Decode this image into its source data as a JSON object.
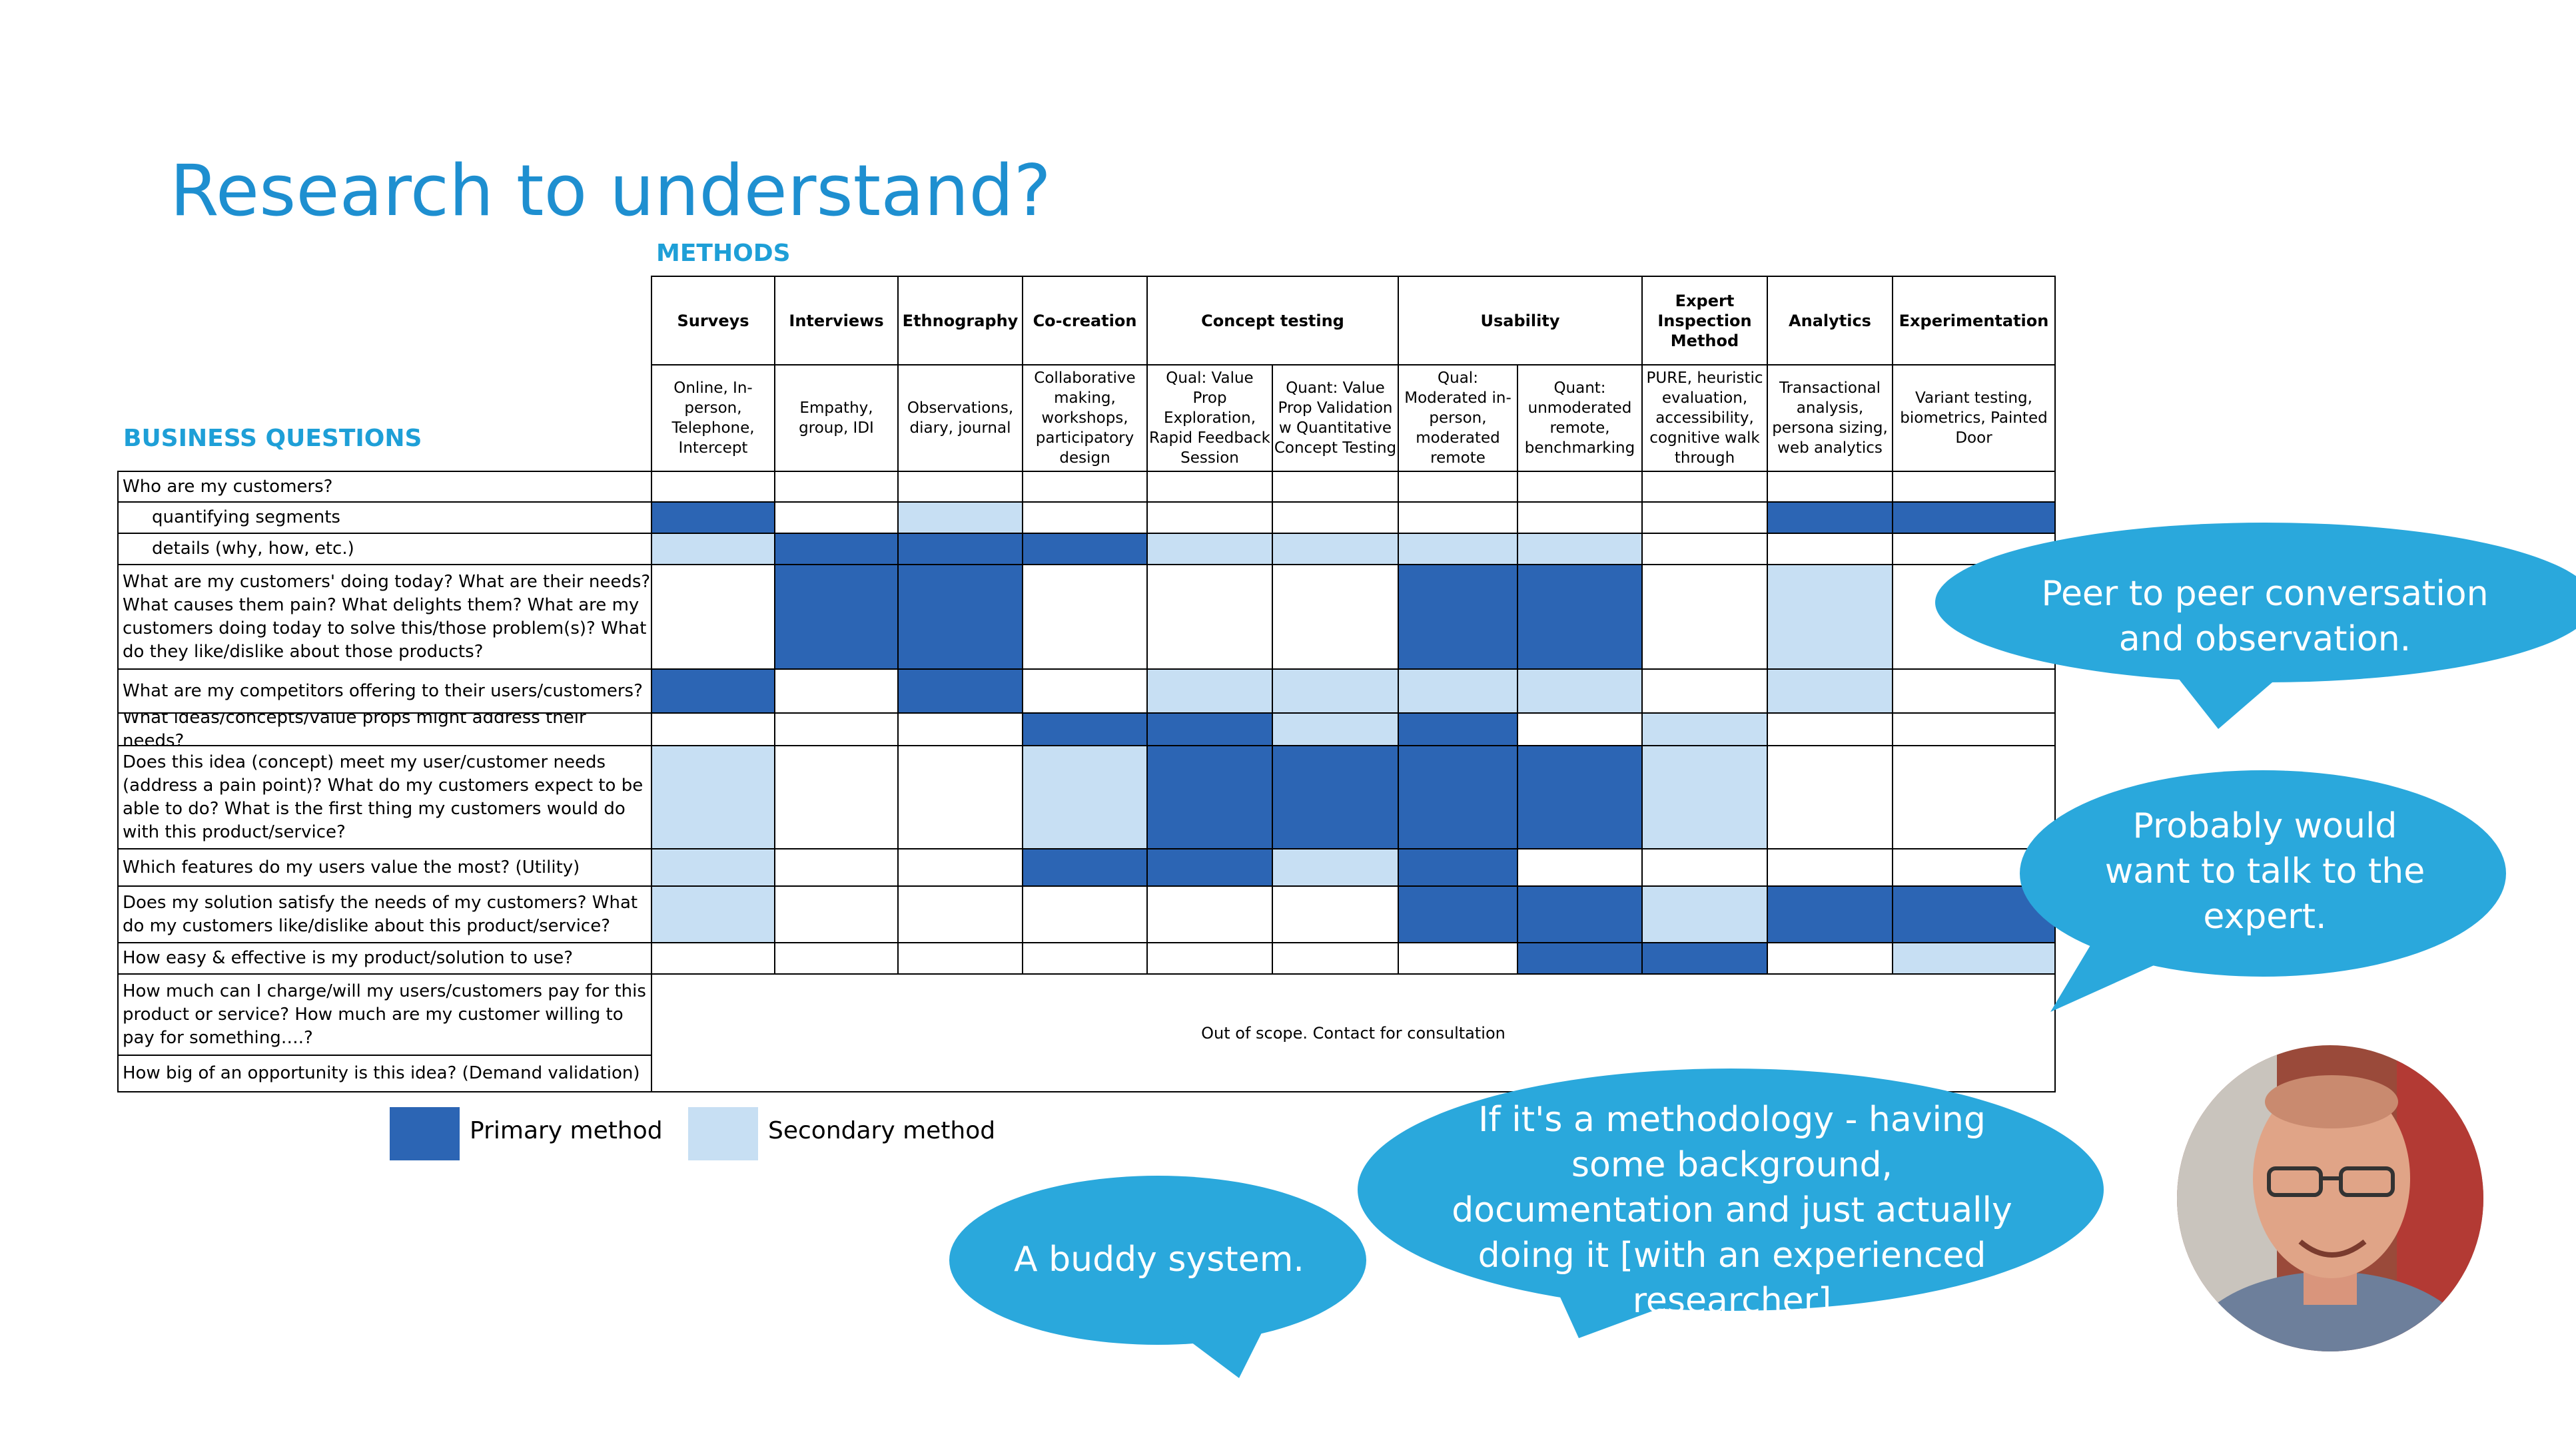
{
  "title": "Research to understand?",
  "methods_label": "METHODS",
  "business_questions_label": "BUSINESS QUESTIONS",
  "colors": {
    "primary": "#2C65B4",
    "secondary": "#C7DFF3",
    "accent": "#1E9FD7",
    "bubble": "#2AA8DC"
  },
  "method_groups": [
    "Surveys",
    "Interviews",
    "Ethnography",
    "Co-creation",
    "Concept testing",
    "Usability",
    "Expert Inspection Method",
    "Analytics",
    "Experimentation"
  ],
  "method_details": [
    "Online, In-person, Telephone, Intercept",
    "Empathy, group, IDI",
    "Observations, diary, journal",
    "Collaborative making, workshops, participatory design",
    "Qual: Value Prop Exploration, Rapid Feedback Session",
    "Quant: Value Prop Validation w Quantitative Concept Testing",
    "Qual: Moderated in-person, moderated remote",
    "Quant: unmoderated remote, benchmarking",
    "PURE, heuristic evaluation, accessibility, cognitive walk through",
    "Transactional analysis, persona sizing, web analytics",
    "Variant testing, biometrics, Painted Door"
  ],
  "questions": [
    "Who are my customers?",
    "quantifying segments",
    "details (why, how, etc.)",
    "What are my customers' doing today? What are their needs?  What causes them pain? What delights them? What are my customers doing today to solve this/those problem(s)? What do they like/dislike about those products?",
    "What are my competitors offering to their users/customers?",
    "What ideas/concepts/value props might address their needs?",
    "Does this idea (concept) meet my user/customer needs (address a pain point)? What do my customers expect to be able to do? What is the first thing my customers would do with this product/service?",
    "Which features do my users value the most? (Utility)",
    "Does my solution satisfy the needs of my customers? What do my customers like/dislike about this product/service?",
    "How easy & effective is my product/solution to use?",
    "How much can I charge/will my users/customers pay for this product or service? How much are my customer willing to pay for something….?",
    "How big of an opportunity is this idea? (Demand validation)"
  ],
  "out_of_scope": "Out of scope. Contact for consultation",
  "matrix": [
    [
      0,
      0,
      0,
      0,
      0,
      0,
      0,
      0,
      0,
      0,
      0
    ],
    [
      1,
      0,
      2,
      0,
      0,
      0,
      0,
      0,
      0,
      1,
      1
    ],
    [
      2,
      1,
      1,
      1,
      2,
      2,
      2,
      2,
      0,
      0,
      0
    ],
    [
      0,
      1,
      1,
      0,
      0,
      0,
      1,
      1,
      0,
      2,
      0
    ],
    [
      1,
      0,
      1,
      0,
      2,
      2,
      2,
      2,
      0,
      2,
      0
    ],
    [
      0,
      0,
      0,
      1,
      1,
      2,
      1,
      0,
      2,
      0,
      0
    ],
    [
      2,
      0,
      0,
      2,
      1,
      1,
      1,
      1,
      2,
      0,
      0
    ],
    [
      2,
      0,
      0,
      1,
      1,
      2,
      1,
      0,
      0,
      0,
      0
    ],
    [
      2,
      0,
      0,
      0,
      0,
      0,
      1,
      1,
      2,
      1,
      1
    ],
    [
      0,
      0,
      0,
      0,
      0,
      0,
      0,
      1,
      1,
      0,
      2
    ]
  ],
  "legend": {
    "primary": "Primary method",
    "secondary": "Secondary method"
  },
  "bubbles": {
    "peer": "Peer to peer conversation and observation.",
    "expert": "Probably would want to talk to the expert.",
    "methodology": "If it's a methodology - having some background, documentation and just actually doing it [with an experienced researcher]",
    "buddy": "A buddy system."
  }
}
